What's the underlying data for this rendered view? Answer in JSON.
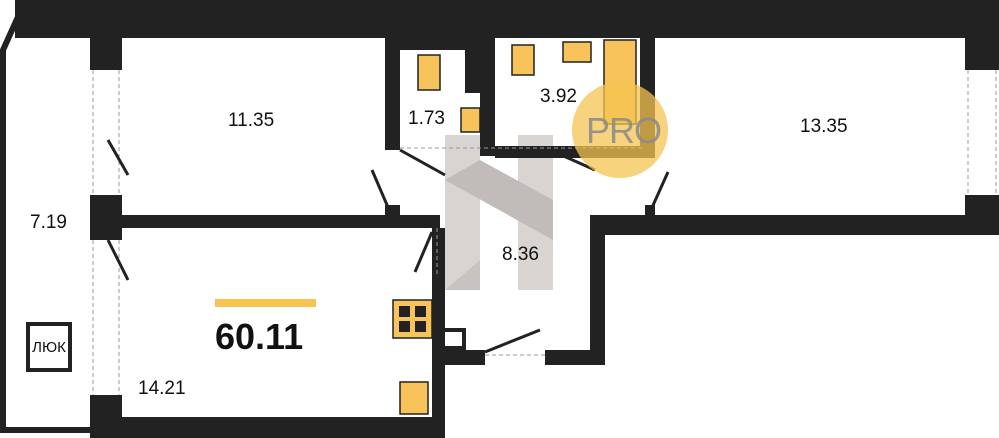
{
  "plan": {
    "total_area": "60.11",
    "hatch_label": "ЛЮК",
    "watermark": "PRO",
    "rooms": [
      {
        "name": "balcony",
        "area": "7.19"
      },
      {
        "name": "bedroom",
        "area": "11.35"
      },
      {
        "name": "toilet",
        "area": "1.73"
      },
      {
        "name": "bathroom",
        "area": "3.92"
      },
      {
        "name": "bedroom-right",
        "area": "13.35"
      },
      {
        "name": "hallway",
        "area": "8.36"
      },
      {
        "name": "kitchen",
        "area": "14.21"
      }
    ],
    "colors": {
      "wall": "#222222",
      "fixture": "#f7c35a",
      "accent": "#f5c451"
    }
  }
}
